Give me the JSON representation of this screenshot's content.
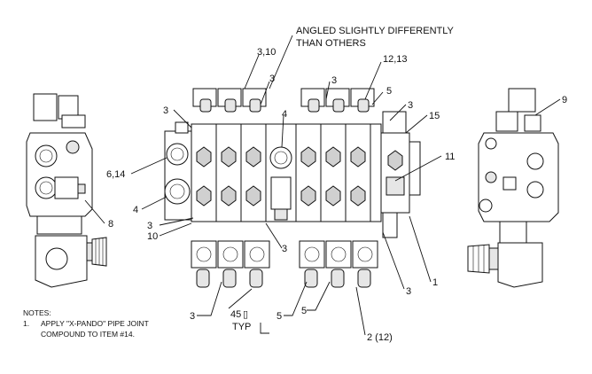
{
  "callouts": {
    "angled_note_1": "ANGLED SLIGHTLY DIFFERENTLY",
    "angled_note_2": "THAN OTHERS",
    "c_3_10": "3,10",
    "c_12_13": "12,13",
    "c_3_top_left": "3",
    "c_3_top_mid": "3",
    "c_3_top_right": "3",
    "c_4_center": "4",
    "c_5_top": "5",
    "c_3_right": "3",
    "c_15": "15",
    "c_11": "11",
    "c_9": "9",
    "c_6_14": "6,14",
    "c_4_left": "4",
    "c_3_left_low": "3",
    "c_10": "10",
    "c_8": "8",
    "c_3_mid_low": "3",
    "c_3_bottom_left": "3",
    "c_45_typ_angle": "45",
    "c_45_typ_degree": "▯",
    "c_typ": "TYP",
    "c_5_bottom_a": "5",
    "c_5_bottom_b": "5",
    "c_3_bottom_right": "3",
    "c_1": "1",
    "c_2_12": "2 (12)"
  },
  "notes": {
    "heading": "NOTES:",
    "item_number": "1.",
    "line_1": "APPLY \"X-PANDO\" PIPE JOINT",
    "line_2": "COMPOUND TO ITEM #14."
  }
}
